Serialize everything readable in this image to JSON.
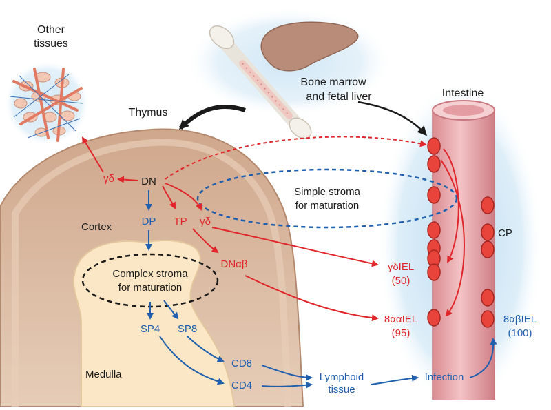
{
  "labels": {
    "other_tissues_line1": "Other",
    "other_tissues_line2": "tissues",
    "thymus": "Thymus",
    "bone_marrow_line1": "Bone marrow",
    "bone_marrow_line2": "and fetal liver",
    "intestine": "Intestine",
    "cortex": "Cortex",
    "medulla": "Medulla",
    "simple_stroma_line1": "Simple stroma",
    "simple_stroma_line2": "for maturation",
    "complex_stroma_line1": "Complex stroma",
    "complex_stroma_line2": "for maturation",
    "cp": "CP",
    "lymphoid_line1": "Lymphoid",
    "lymphoid_line2": "tissue",
    "infection": "Infection"
  },
  "cells": {
    "dn": "DN",
    "gd_left": "γδ",
    "dp": "DP",
    "tp": "TP",
    "gd_right": "γδ",
    "dnab": "DNαβ",
    "sp4": "SP4",
    "sp8": "SP8",
    "cd8": "CD8",
    "cd4": "CD4",
    "gd_iel": "γδIEL",
    "gd_iel_count": "(50)",
    "aa_iel": "8ααIEL",
    "aa_iel_count": "(95)",
    "ab_iel": "8αβIEL",
    "ab_iel_count": "(100)"
  },
  "colors": {
    "red_lineage": "#e0262a",
    "blue_lineage": "#1f5fae",
    "dark_arrow": "#1a1a1a",
    "cortex_fill": "#d9b9a2",
    "medulla_fill": "#fbe7c6",
    "intestine_fill": "#e8a3a6",
    "iel_cell": "#e8443c",
    "background_glow": "#cfe6f5"
  }
}
